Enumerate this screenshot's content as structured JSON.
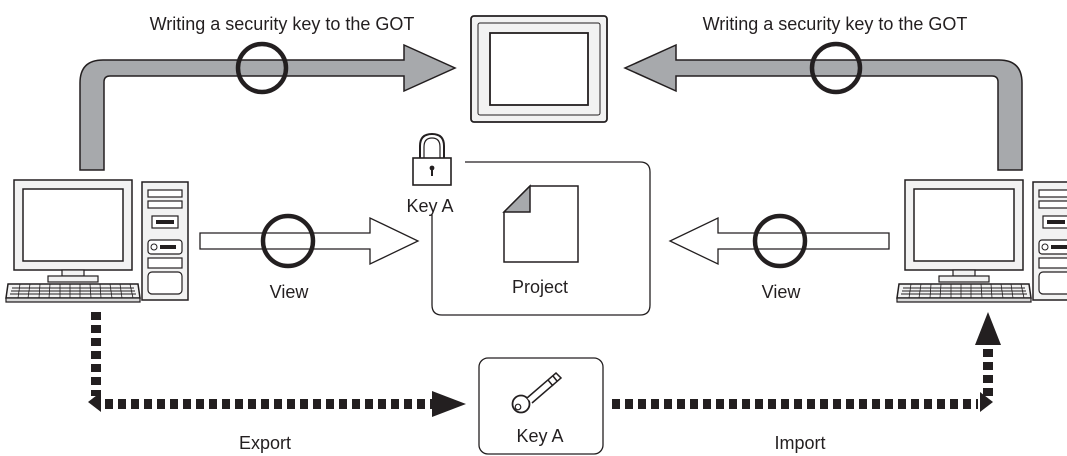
{
  "labels": {
    "write_left": "Writing a security key to the GOT",
    "write_right": "Writing a security key to the GOT",
    "view_left": "View",
    "view_right": "View",
    "lock_key": "Key A",
    "project": "Project",
    "key_box": "Key A",
    "export": "Export",
    "import": "Import"
  },
  "icons": {
    "got_display": "got-display-icon",
    "pc_left": "personal-computer-icon",
    "pc_right": "personal-computer-icon",
    "padlock": "padlock-icon",
    "document": "document-icon",
    "key": "key-icon"
  },
  "colors": {
    "arrow_gray": "#a7a9ac",
    "outline": "#231f20",
    "screen_fill": "#ffffff",
    "device_fill": "#f2f2f2"
  }
}
